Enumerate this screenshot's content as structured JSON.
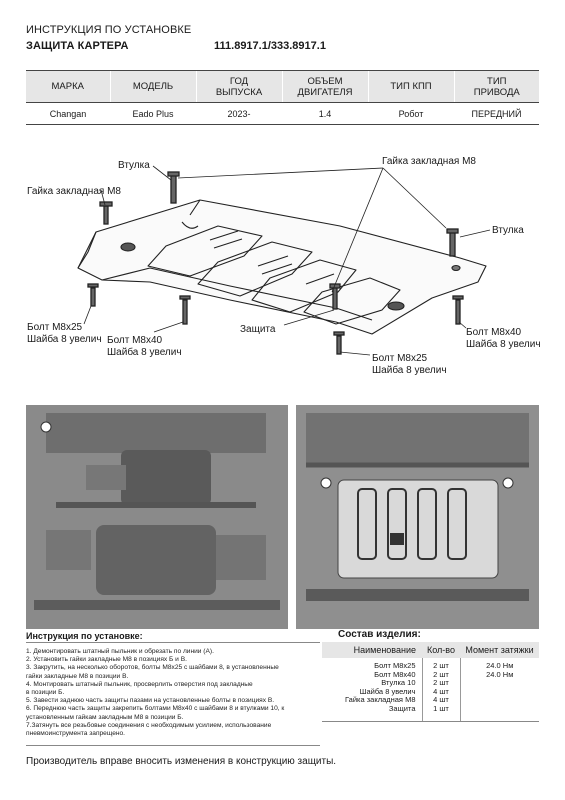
{
  "header": {
    "title_line1": "ИНСТРУКЦИЯ ПО УСТАНОВКЕ",
    "title_line2": "ЗАЩИТА КАРТЕРА",
    "article": "111.8917.1/333.8917.1"
  },
  "spec_table": {
    "headers": [
      "МАРКА",
      "МОДЕЛЬ",
      "ГОД\nВЫПУСКА",
      "ОБЪЕМ\nДВИГАТЕЛЯ",
      "ТИП КПП",
      "ТИП\nПРИВОДА"
    ],
    "row": [
      "Changan",
      "Eado Plus",
      "2023-",
      "1.4",
      "Робот",
      "ПЕРЕДНИЙ"
    ]
  },
  "diagram": {
    "labels": {
      "bushing_left": "Втулка",
      "nut_top": "Гайка закладная М8",
      "nut_left": "Гайка закладная М8",
      "bushing_right": "Втулка",
      "bolt_m8x25_left": "Болт М8х25\nШайба 8 увелич",
      "bolt_m8x40_left": "Болт М8х40\nШайба 8 увелич",
      "guard": "Защита",
      "bolt_m8x40_right": "Болт М8х40\nШайба 8 увелич",
      "bolt_m8x25_bottom": "Болт М8х25\nШайба 8 увелич"
    }
  },
  "instructions": {
    "title": "Инструкция по установке:",
    "lines": [
      "1. Демонтировать штатный пыльник и обрезать по линии (А).",
      "2. Установить гайки закладные М8 в позициях Б и В.",
      "3. Закрутить, на несколько оборотов, болты М8х25 с шайбами 8, в установленные",
      "гайки закладные М8 в позиции В.",
      "4. Монтировать штатный пыльник, просверлить отверстия под закладные",
      "в позиции Б.",
      "5. Завести заднюю часть защиты пазами на установленные болты в позициях В.",
      "6. Переднюю часть защиты закрепить болтами М8х40 с шайбами 8 и втулками 10, к",
      "установленным гайкам закладным М8 в позиции Б.",
      "7.Затянуть все резьбовые соединения с необходимым усилием, использование",
      "пневмоинструмента запрещено."
    ]
  },
  "composition": {
    "title": "Состав изделия:",
    "headers": [
      "Наименование",
      "Кол-во",
      "Момент затяжки"
    ],
    "rows": [
      [
        "Болт М8х25",
        "2 шт",
        "24.0 Нм"
      ],
      [
        "Болт М8х40",
        "2 шт",
        "24.0 Нм"
      ],
      [
        "Втулка 10",
        "2 шт",
        ""
      ],
      [
        "Шайба 8 увелич",
        "4 шт",
        ""
      ],
      [
        "Гайка закладная М8",
        "4 шт",
        ""
      ],
      [
        "Защита",
        "1 шт",
        ""
      ]
    ]
  },
  "footer": "Производитель вправе вносить изменения в конструкцию защиты."
}
